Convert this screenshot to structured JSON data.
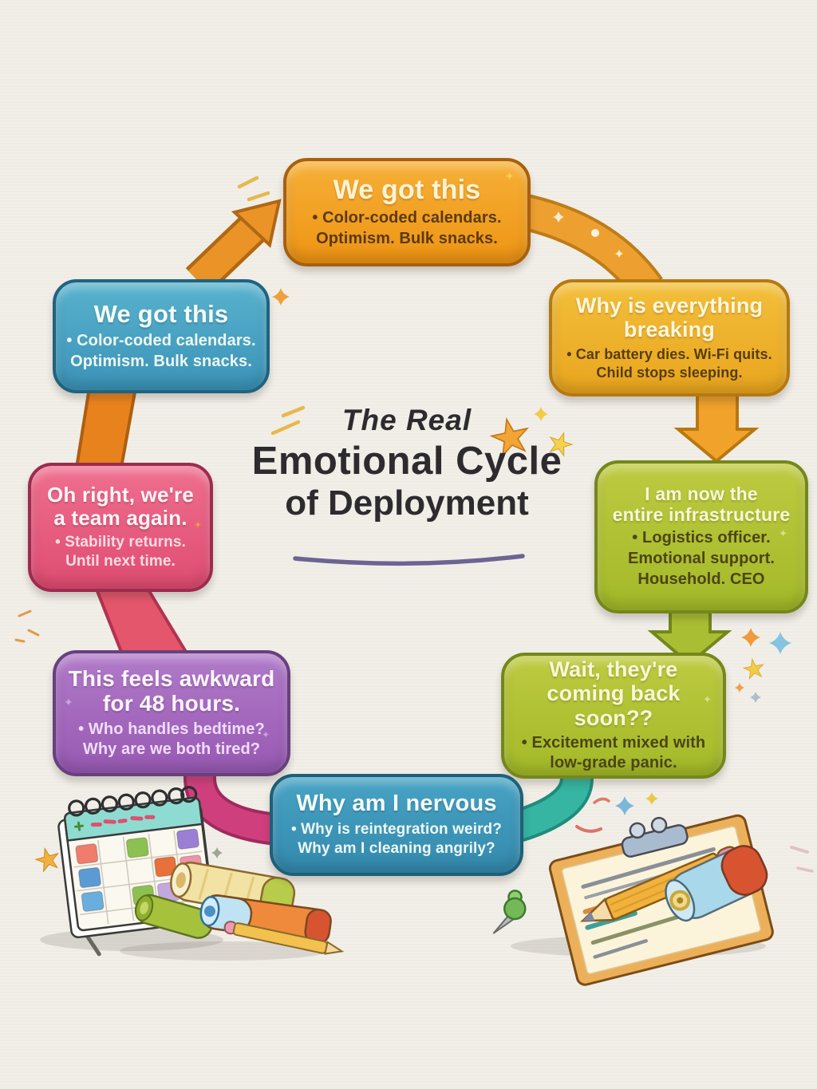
{
  "page": {
    "background_color": "#f2efe9"
  },
  "title": {
    "line1": "The Real",
    "line2": "Emotional Cycle",
    "line3": "of Deployment",
    "text_color": "#2d2b2e",
    "underline_color": "#6c6492"
  },
  "stages": [
    {
      "id": "optimism-top",
      "heading": "We got this",
      "body": "• Color-coded calendars.\nOptimism. Bulk snacks.",
      "fill": "#f19e1f",
      "border": "#a8600e"
    },
    {
      "id": "everything-breaking",
      "heading": "Why is everything\nbreaking",
      "body": "• Car battery dies. Wi-Fi quits.\nChild stops sleeping.",
      "fill": "#eeac24",
      "border": "#b5790f"
    },
    {
      "id": "entire-infrastructure",
      "heading": "I am now the\nentire infrastructure",
      "body": "• Logistics officer.\nEmotional support.\nHousehold. CEO",
      "fill": "#aec034",
      "border": "#75871a"
    },
    {
      "id": "coming-back-soon",
      "heading": "Wait, they're\ncoming back soon??",
      "body": "• Excitement mixed with\nlow-grade panic.",
      "fill": "#aec034",
      "border": "#75871a"
    },
    {
      "id": "why-nervous",
      "heading": "Why am I nervous",
      "body": "• Why is reintegration weird?\nWhy am I cleaning angrily?",
      "fill": "#3f97ba",
      "border": "#1d6078"
    },
    {
      "id": "awkward-48-hours",
      "heading": "This feels awkward\nfor 48 hours.",
      "body": "• Who handles bedtime?\nWhy are we both tired?",
      "fill": "#a268bd",
      "border": "#68407e"
    },
    {
      "id": "team-again",
      "heading": "Oh right, we're\na team again.",
      "body": "• Stability returns.\nUntil next time.",
      "fill": "#e75c7e",
      "border": "#9c2c4d"
    },
    {
      "id": "optimism-left",
      "heading": "We got this",
      "body": "• Color-coded calendars.\nOptimism. Bulk snacks.",
      "fill": "#47a5c4",
      "border": "#20637f"
    }
  ],
  "cycle_order": [
    "optimism-left",
    "optimism-top",
    "everything-breaking",
    "entire-infrastructure",
    "coming-back-soon",
    "why-nervous",
    "awkward-48-hours",
    "team-again"
  ],
  "icons": {
    "sparkle": "✦",
    "star": "★"
  }
}
